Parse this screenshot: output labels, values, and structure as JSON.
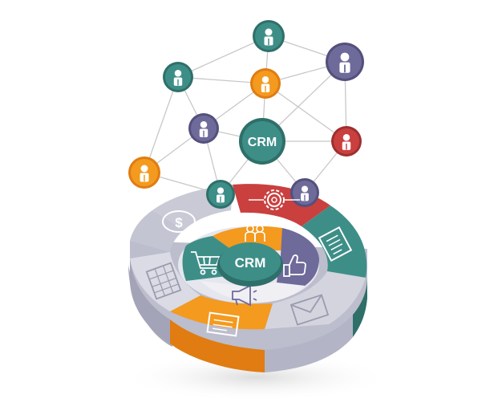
{
  "diagram": {
    "center_label": "CRM",
    "hub_label": "CRM",
    "dollar_label": "$",
    "colors": {
      "teal": "#3e8e88",
      "teal_dark": "#2f6f6a",
      "orange": "#f39a1f",
      "orange_dark": "#e07c12",
      "red": "#c9403f",
      "red_dark": "#9e2f2f",
      "purple": "#6e6a9a",
      "purple_dark": "#54507d",
      "gray": "#c9cad6",
      "gray_dark": "#a9aabc",
      "line": "#c8c8c8"
    },
    "network_nodes": [
      {
        "id": "n1",
        "icon": "person-icon",
        "color": "teal"
      },
      {
        "id": "n2",
        "icon": "person-icon",
        "color": "purple"
      },
      {
        "id": "n3",
        "icon": "person-icon",
        "color": "teal"
      },
      {
        "id": "n4",
        "icon": "person-icon",
        "color": "orange"
      },
      {
        "id": "n5",
        "icon": "person-icon",
        "color": "purple"
      },
      {
        "id": "n6",
        "icon": "person-icon",
        "color": "red"
      },
      {
        "id": "n7",
        "icon": "person-icon",
        "color": "orange"
      },
      {
        "id": "n8",
        "icon": "person-icon",
        "color": "teal"
      },
      {
        "id": "n9",
        "icon": "person-icon",
        "color": "purple"
      }
    ],
    "ring_icons": [
      "dollar-icon",
      "gear-icon",
      "report-icon",
      "envelope-icon",
      "document-icon",
      "chart-table-icon"
    ],
    "inner_icons": [
      "team-icon",
      "cart-icon",
      "thumbs-up-icon",
      "megaphone-icon"
    ]
  }
}
